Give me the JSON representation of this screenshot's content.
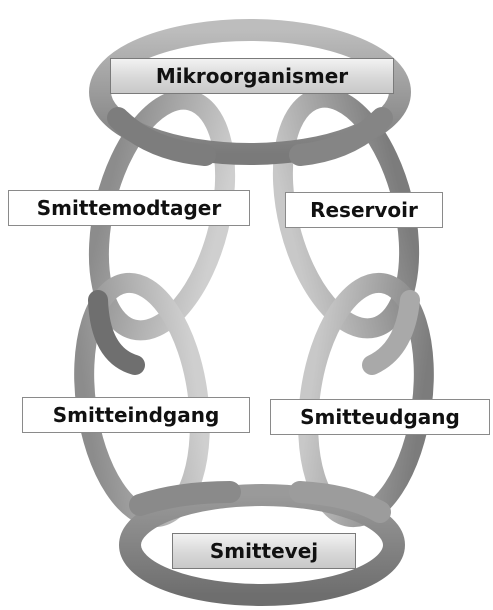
{
  "diagram": {
    "nodes": [
      {
        "id": "mikroorganismer",
        "label": "Mikroorganismer",
        "style": "shaded"
      },
      {
        "id": "smittemodtager",
        "label": "Smittemodtager",
        "style": "plain"
      },
      {
        "id": "reservoir",
        "label": "Reservoir",
        "style": "plain"
      },
      {
        "id": "smitteindgang",
        "label": "Smitteindgang",
        "style": "plain"
      },
      {
        "id": "smitteudgang",
        "label": "Smitteudgang",
        "style": "plain"
      },
      {
        "id": "smittevej",
        "label": "Smittevej",
        "style": "shaded"
      }
    ],
    "chain_links": [
      [
        "mikroorganismer",
        "reservoir"
      ],
      [
        "reservoir",
        "smitteudgang"
      ],
      [
        "smitteudgang",
        "smittevej"
      ],
      [
        "smittevej",
        "smitteindgang"
      ],
      [
        "smitteindgang",
        "smittemodtager"
      ],
      [
        "smittemodtager",
        "mikroorganismer"
      ]
    ],
    "colors": {
      "ring_dark": "#7e7e7e",
      "ring_mid": "#a6a6a6",
      "ring_light": "#cfcfcf",
      "label_border": "#8a8a8a"
    }
  }
}
